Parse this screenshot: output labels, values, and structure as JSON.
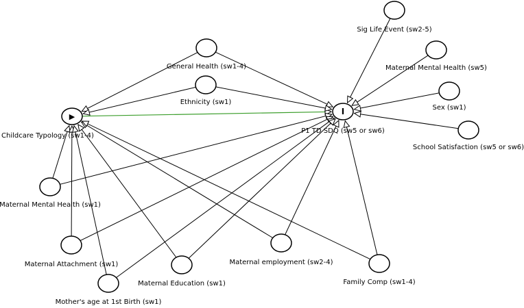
{
  "diagram": {
    "exposure": {
      "id": "exposure",
      "label": "Childcare Typology (sw1-4)",
      "color": "#c8dc46",
      "icon": "play-icon",
      "glyph": "▶"
    },
    "outcome": {
      "id": "outcome",
      "label": "P1 TD SDQ (sw5 or sw6)",
      "color": "#45b4e8",
      "icon": "outcome-bar-icon",
      "glyph": "I"
    },
    "covariates": [
      {
        "id": "general-health",
        "label": "General Health (sw1-4)"
      },
      {
        "id": "ethnicity",
        "label": "Ethnicity (sw1)"
      },
      {
        "id": "sig-life-event",
        "label": "Sig Life Event (sw2-5)"
      },
      {
        "id": "maternal-mental-health-sw5",
        "label": "Maternal Mental Health (sw5)"
      },
      {
        "id": "sex",
        "label": "Sex (sw1)"
      },
      {
        "id": "school-satisfaction",
        "label": "School Satisfaction (sw5 or sw6)"
      },
      {
        "id": "maternal-mental-health-sw1",
        "label": "Maternal Mental Health (sw1)"
      },
      {
        "id": "maternal-attachment",
        "label": "Maternal Attachment (sw1)"
      },
      {
        "id": "mothers-age",
        "label": "Mother's age at 1st Birth (sw1)"
      },
      {
        "id": "maternal-education",
        "label": "Maternal Education (sw1)"
      },
      {
        "id": "maternal-employment",
        "label": "Maternal employment (sw2-4)"
      },
      {
        "id": "family-comp",
        "label": "Family Comp (sw1-4)"
      }
    ],
    "edges": [
      {
        "from": "exposure",
        "to": "outcome",
        "causal": true
      },
      {
        "from": "general-health",
        "to": "exposure"
      },
      {
        "from": "general-health",
        "to": "outcome"
      },
      {
        "from": "ethnicity",
        "to": "exposure"
      },
      {
        "from": "ethnicity",
        "to": "outcome"
      },
      {
        "from": "sig-life-event",
        "to": "outcome"
      },
      {
        "from": "maternal-mental-health-sw5",
        "to": "outcome"
      },
      {
        "from": "sex",
        "to": "outcome"
      },
      {
        "from": "school-satisfaction",
        "to": "outcome"
      },
      {
        "from": "maternal-mental-health-sw1",
        "to": "exposure"
      },
      {
        "from": "maternal-mental-health-sw1",
        "to": "outcome"
      },
      {
        "from": "maternal-attachment",
        "to": "exposure"
      },
      {
        "from": "maternal-attachment",
        "to": "outcome"
      },
      {
        "from": "mothers-age",
        "to": "exposure"
      },
      {
        "from": "mothers-age",
        "to": "outcome"
      },
      {
        "from": "maternal-education",
        "to": "exposure"
      },
      {
        "from": "maternal-education",
        "to": "outcome"
      },
      {
        "from": "maternal-employment",
        "to": "exposure"
      },
      {
        "from": "maternal-employment",
        "to": "outcome"
      },
      {
        "from": "family-comp",
        "to": "exposure"
      },
      {
        "from": "family-comp",
        "to": "outcome"
      }
    ],
    "colors": {
      "causal_edge": "#3a9d2a",
      "edge": "#000000",
      "node_fill": "#ffffff"
    }
  }
}
